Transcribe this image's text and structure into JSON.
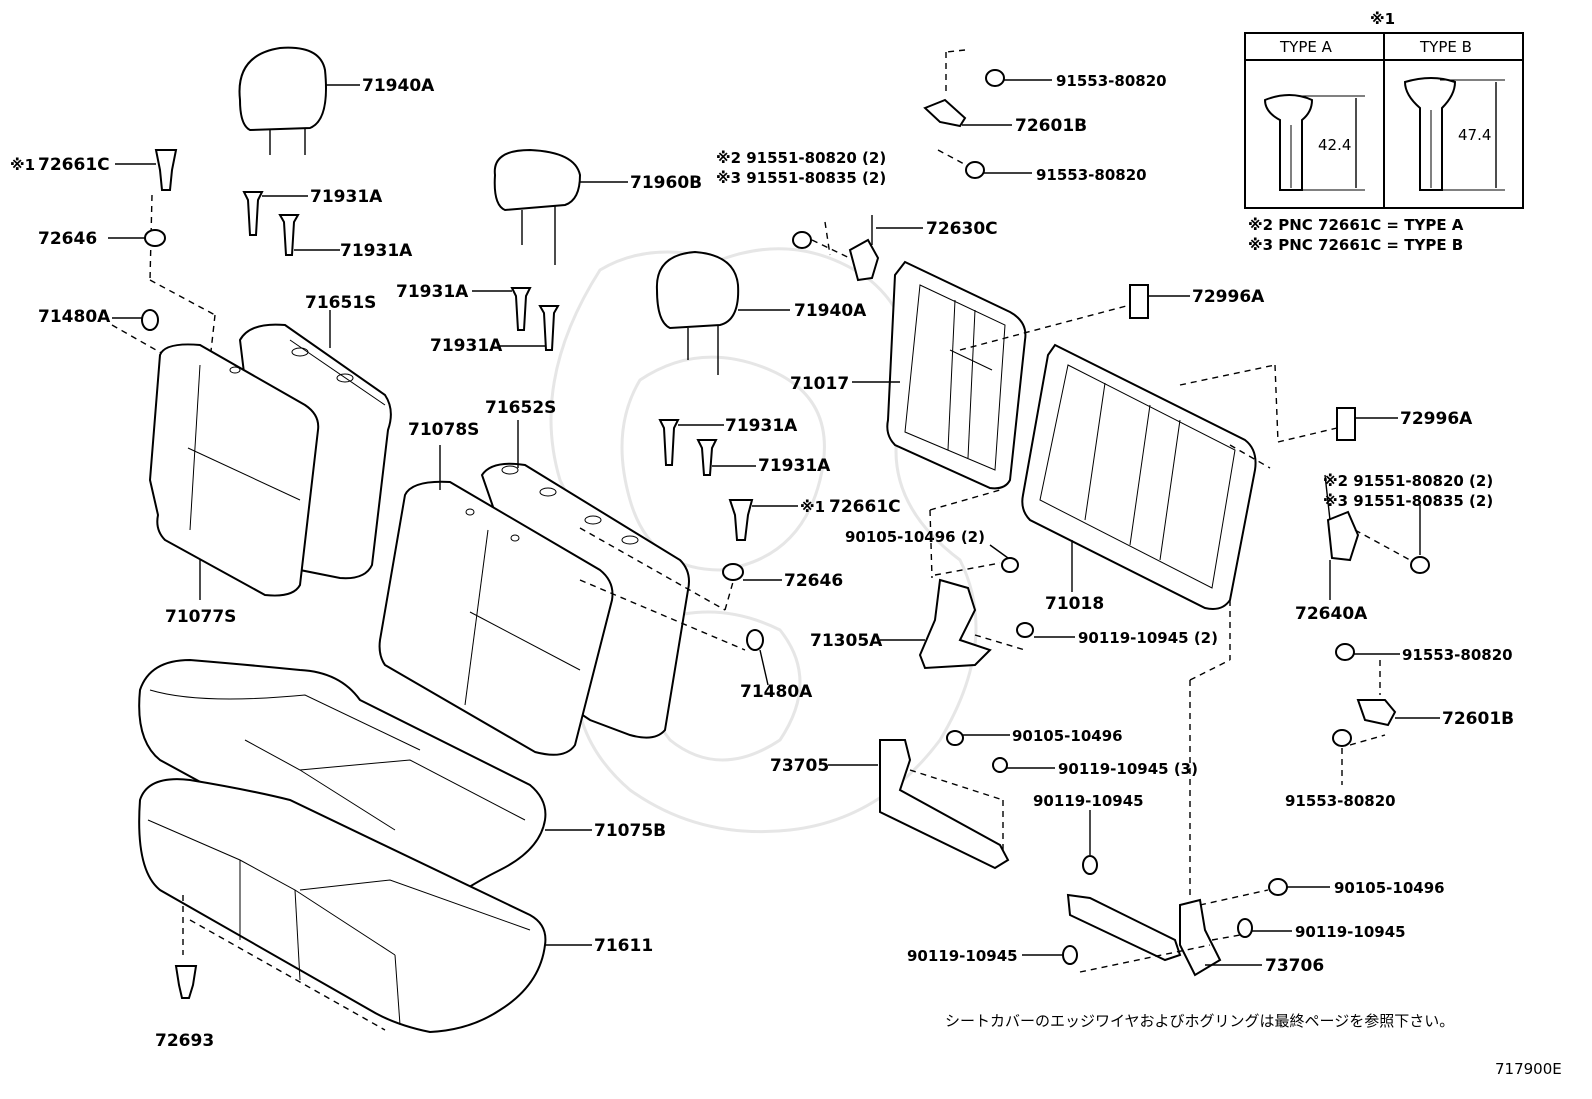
{
  "labels": {
    "p71940A_top": "71940A",
    "p72661C_left": "72661C",
    "p72661C_left_mark": "※1",
    "p72646_left": "72646",
    "p71931A_1": "71931A",
    "p71931A_2": "71931A",
    "p71480A_left": "71480A",
    "p71651S": "71651S",
    "p71077S": "71077S",
    "p71960B": "71960B",
    "p71931A_3": "71931A",
    "p71931A_4": "71931A",
    "p71078S": "71078S",
    "p71652S": "71652S",
    "p71940A_mid": "71940A",
    "p71931A_5": "71931A",
    "p71931A_6": "71931A",
    "p72661C_mid": "72661C",
    "p72661C_mid_mark": "※1",
    "p72646_mid": "72646",
    "p71480A_mid": "71480A",
    "p71075B": "71075B",
    "p71611": "71611",
    "p72693": "72693",
    "bolt_top_a": "※2 91551-80820 (2)",
    "bolt_top_b": "※3 91551-80835 (2)",
    "p91553_1": "91553-80820",
    "p72601B_top": "72601B",
    "p91553_2": "91553-80820",
    "p72630C": "72630C",
    "p72996A_1": "72996A",
    "p71017": "71017",
    "p72996A_2": "72996A",
    "bolt_right_a": "※2 91551-80820 (2)",
    "bolt_right_b": "※3 91551-80835 (2)",
    "p72640A": "72640A",
    "p90105_2": "90105-10496 (2)",
    "p71018": "71018",
    "p71305A": "71305A",
    "p90119_2": "90119-10945 (2)",
    "p91553_3": "91553-80820",
    "p72601B_bot": "72601B",
    "p91553_4": "91553-80820",
    "p90105_a": "90105-10496",
    "p73705": "73705",
    "p90119_3": "90119-10945 (3)",
    "p90119_a": "90119-10945",
    "p90105_b": "90105-10496",
    "p90119_b": "90119-10945",
    "p90119_c": "90119-10945",
    "p73706": "73706"
  },
  "legend": {
    "mark": "※1",
    "type_a_header": "TYPE A",
    "type_b_header": "TYPE B",
    "type_a_dim": "42.4",
    "type_b_dim": "47.4",
    "note_2": "※2 PNC 72661C = TYPE A",
    "note_3": "※3 PNC 72661C = TYPE B"
  },
  "footer": {
    "note_jp": "シートカバーのエッジワイヤおよびホグリングは最終ページを参照下さい。",
    "figure_id": "717900E"
  }
}
